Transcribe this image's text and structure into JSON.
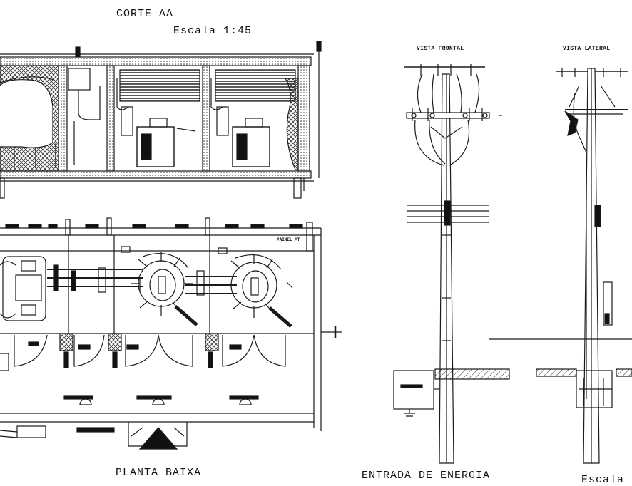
{
  "section": {
    "title": "CORTE AA",
    "scale": "Escala 1:45"
  },
  "plan": {
    "title": "PLANTA BAIXA",
    "note": "PAINEL MT"
  },
  "energy_entry": {
    "title": "ENTRADA DE ENERGIA",
    "front_view": "VISTA FRONTAL",
    "side_view": "VISTA LATERAL",
    "scale_partial": "Escala"
  }
}
